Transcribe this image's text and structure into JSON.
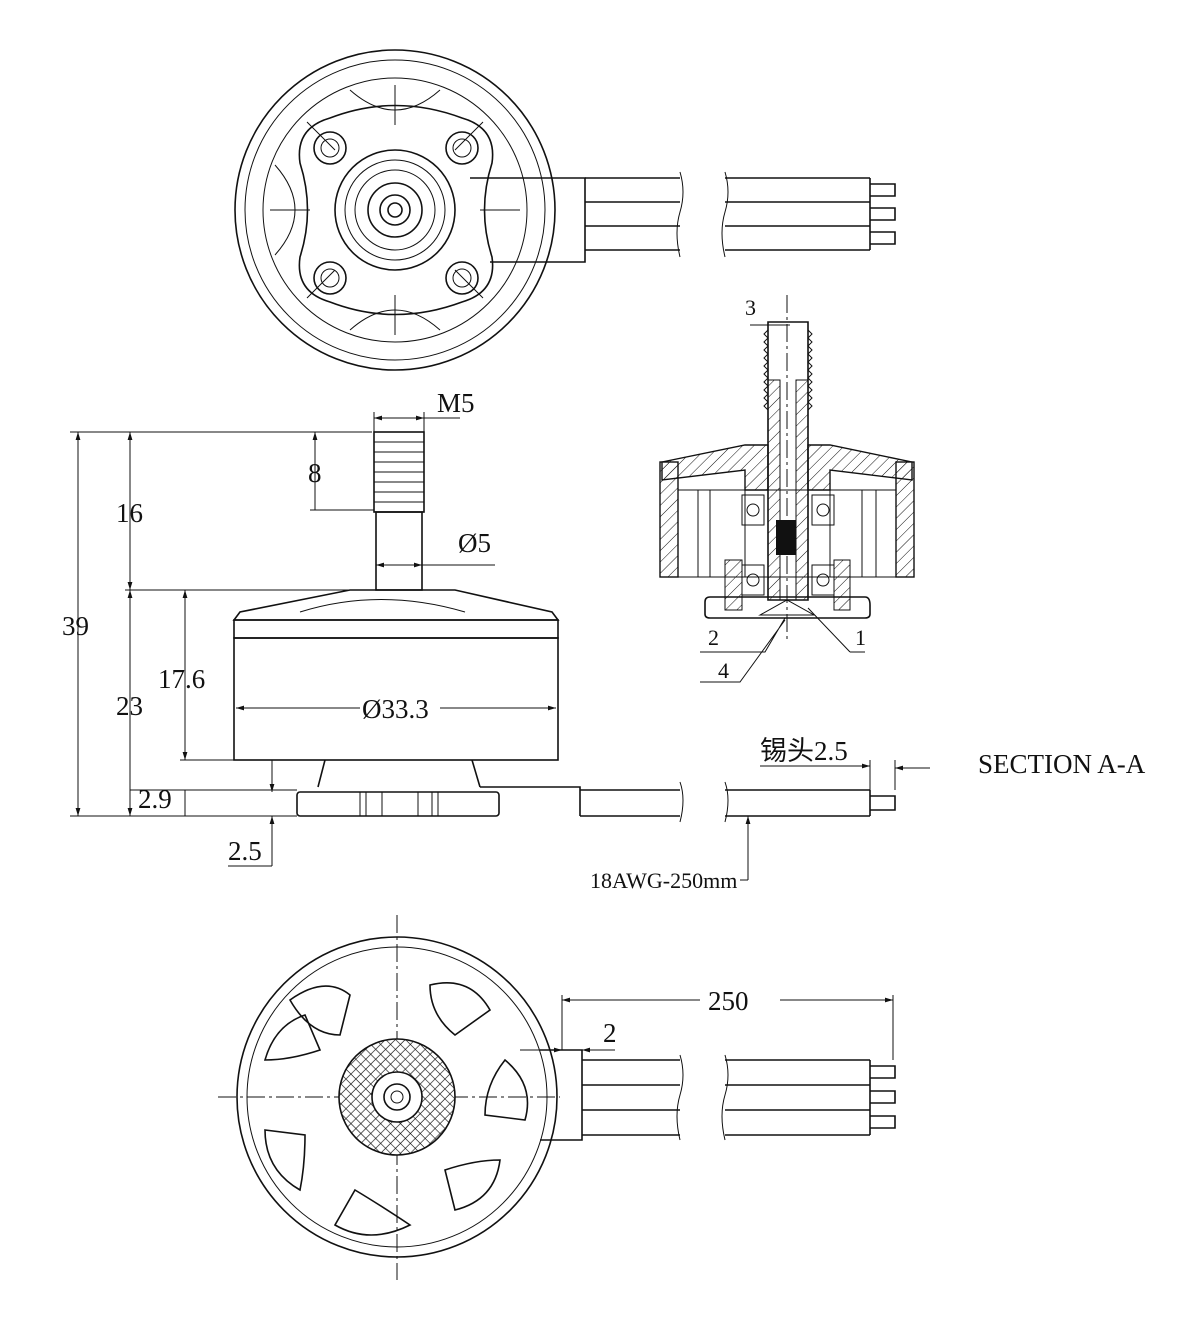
{
  "labels": {
    "thread": "M5",
    "thread_length": "8",
    "shaft_length": "16",
    "total_height": "39",
    "shaft_diameter": "Ø5",
    "body_height": "23",
    "bell_height": "17.6",
    "bell_diameter": "Ø33.3",
    "base_height": "2.9",
    "base_offset": "2.5",
    "tin_tip": "锡头2.5",
    "section": "SECTION A-A",
    "wire": "18AWG-250mm",
    "wire_length": "250",
    "wire_offset": "2",
    "callout_1": "1",
    "callout_2": "2",
    "callout_3": "3",
    "callout_4": "4"
  }
}
